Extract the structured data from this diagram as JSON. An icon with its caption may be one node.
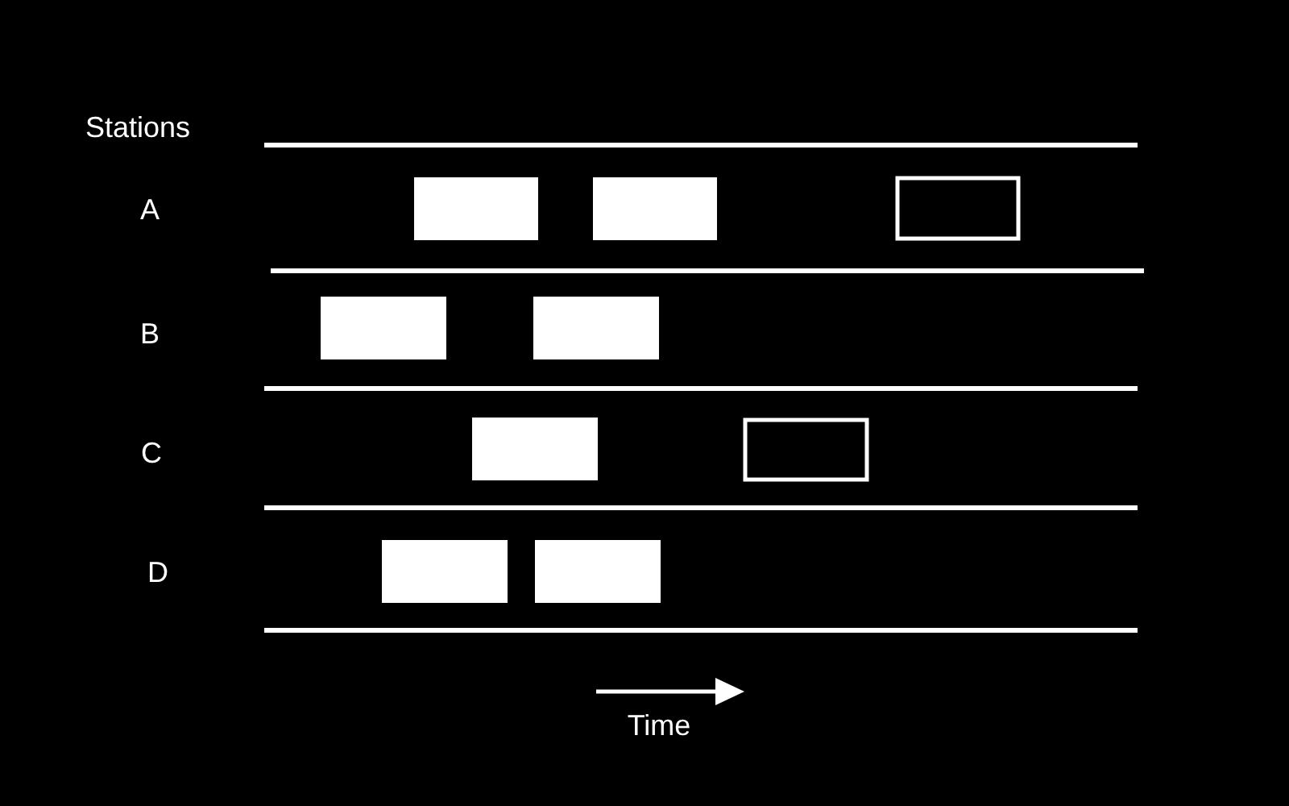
{
  "diagram": {
    "nodes": [
      {
        "text": [],
        "shape": "bar"
      },
      {
        "text": [],
        "shape": "bar"
      },
      {
        "text": [],
        "shape": "box"
      },
      {
        "text": [],
        "shape": "bar"
      },
      {
        "text": [],
        "shape": "bar"
      },
      {
        "text": [],
        "shape": "bar"
      },
      {
        "text": [],
        "shape": "box"
      },
      {
        "text": [],
        "shape": "bar"
      },
      {
        "text": [],
        "shape": "bar"
      }
    ],
    "labels": [
      "Stations",
      "A",
      "B",
      "C",
      "D",
      "Time"
    ]
  }
}
